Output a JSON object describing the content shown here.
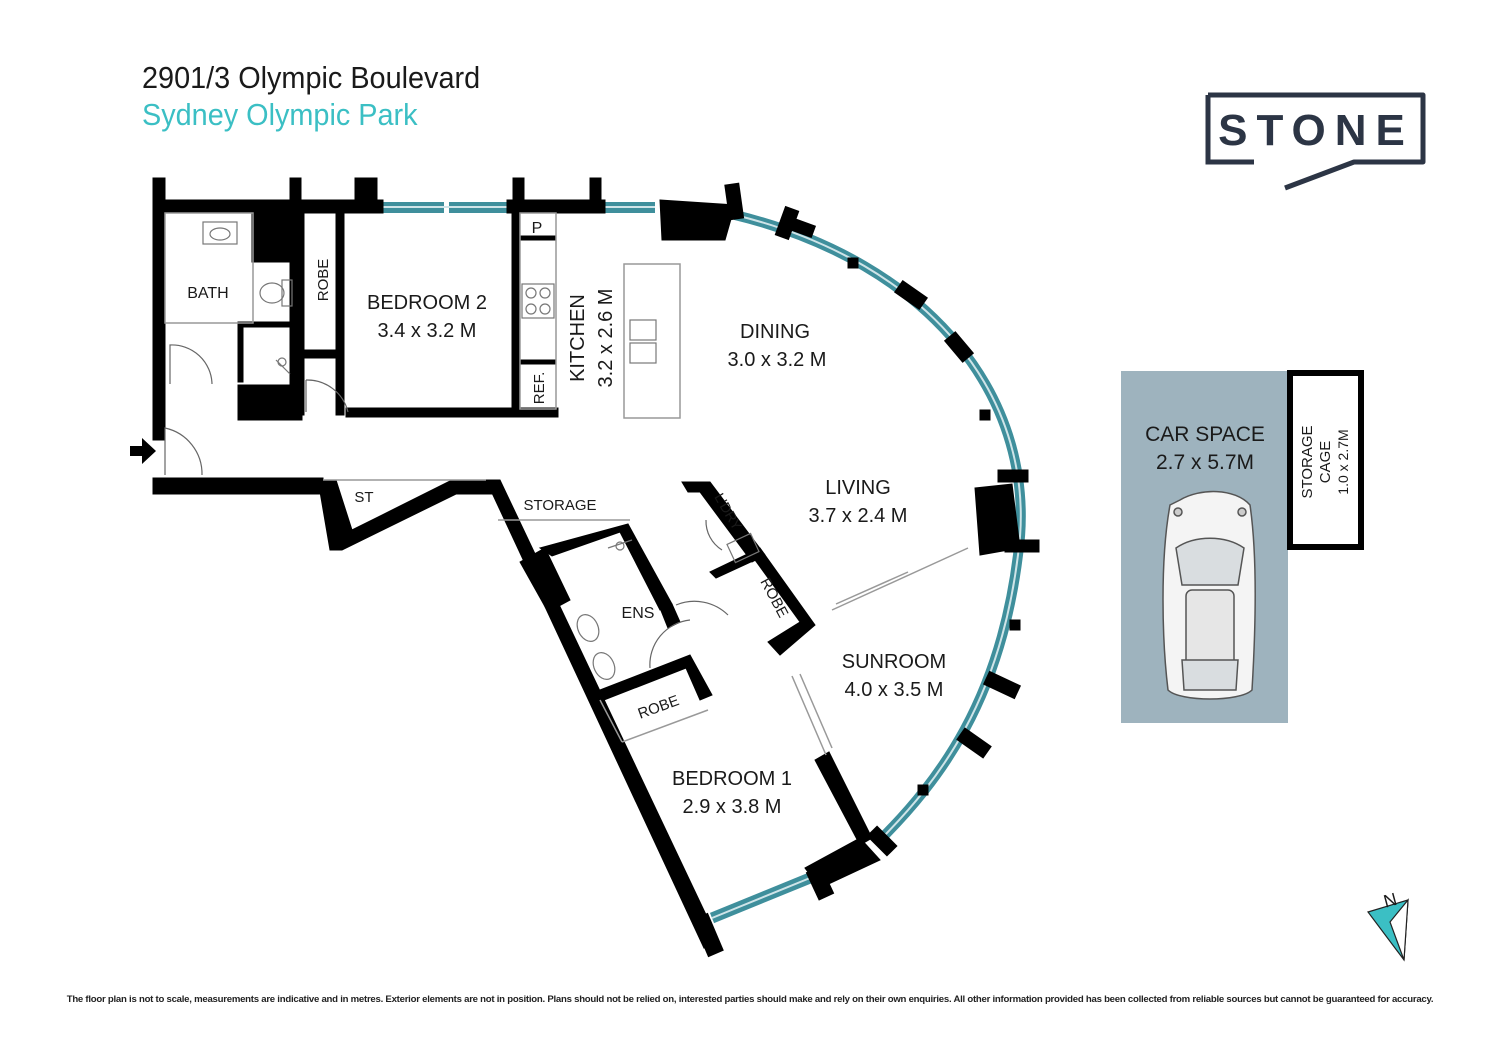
{
  "header": {
    "address": "2901/3 Olympic Boulevard",
    "suburb": "Sydney Olympic Park"
  },
  "logo": {
    "text": "STONE"
  },
  "rooms": {
    "bath": {
      "name": "BATH"
    },
    "robe_bed2": {
      "name": "ROBE"
    },
    "bedroom2": {
      "name": "BEDROOM 2",
      "size": "3.4 x 3.2 M"
    },
    "pantry": {
      "name": "P"
    },
    "kitchen": {
      "name": "KITCHEN",
      "size": "3.2 x 2.6 M"
    },
    "ref": {
      "name": "REF."
    },
    "dining": {
      "name": "DINING",
      "size": "3.0 x 3.2 M"
    },
    "living": {
      "name": "LIVING",
      "size": "3.7 x 2.4 M"
    },
    "st": {
      "name": "ST"
    },
    "storage": {
      "name": "STORAGE"
    },
    "laundry": {
      "name": "L'DRY"
    },
    "robe_hall": {
      "name": "ROBE"
    },
    "ensuite": {
      "name": "ENS"
    },
    "robe_bed1": {
      "name": "ROBE"
    },
    "sunroom": {
      "name": "SUNROOM",
      "size": "4.0 x 3.5 M"
    },
    "bedroom1": {
      "name": "BEDROOM 1",
      "size": "2.9 x 3.8 M"
    },
    "car_space": {
      "name": "CAR SPACE",
      "size": "2.7 x 5.7M"
    },
    "storage_cage": {
      "name": "STORAGE",
      "name2": "CAGE",
      "size": "1.0 x 2.7M"
    }
  },
  "compass": {
    "label": "N"
  },
  "colors": {
    "wall": "#000000",
    "glazing": "#3f8f9c",
    "accent": "#3bbfc4",
    "logo": "#2c3545",
    "car_space": "#9eb3be"
  },
  "icons": [
    "entry-arrow-icon",
    "car-icon",
    "north-arrow-icon",
    "sink-icon",
    "toilet-icon",
    "cooktop-icon",
    "shower-icon"
  ],
  "disclaimer": "The floor plan is not to scale, measurements are indicative and in metres. Exterior elements are not in position. Plans should not be relied on, interested parties should make and rely on their own enquiries. All other information provided has been collected from reliable sources but cannot be guaranteed for accuracy."
}
